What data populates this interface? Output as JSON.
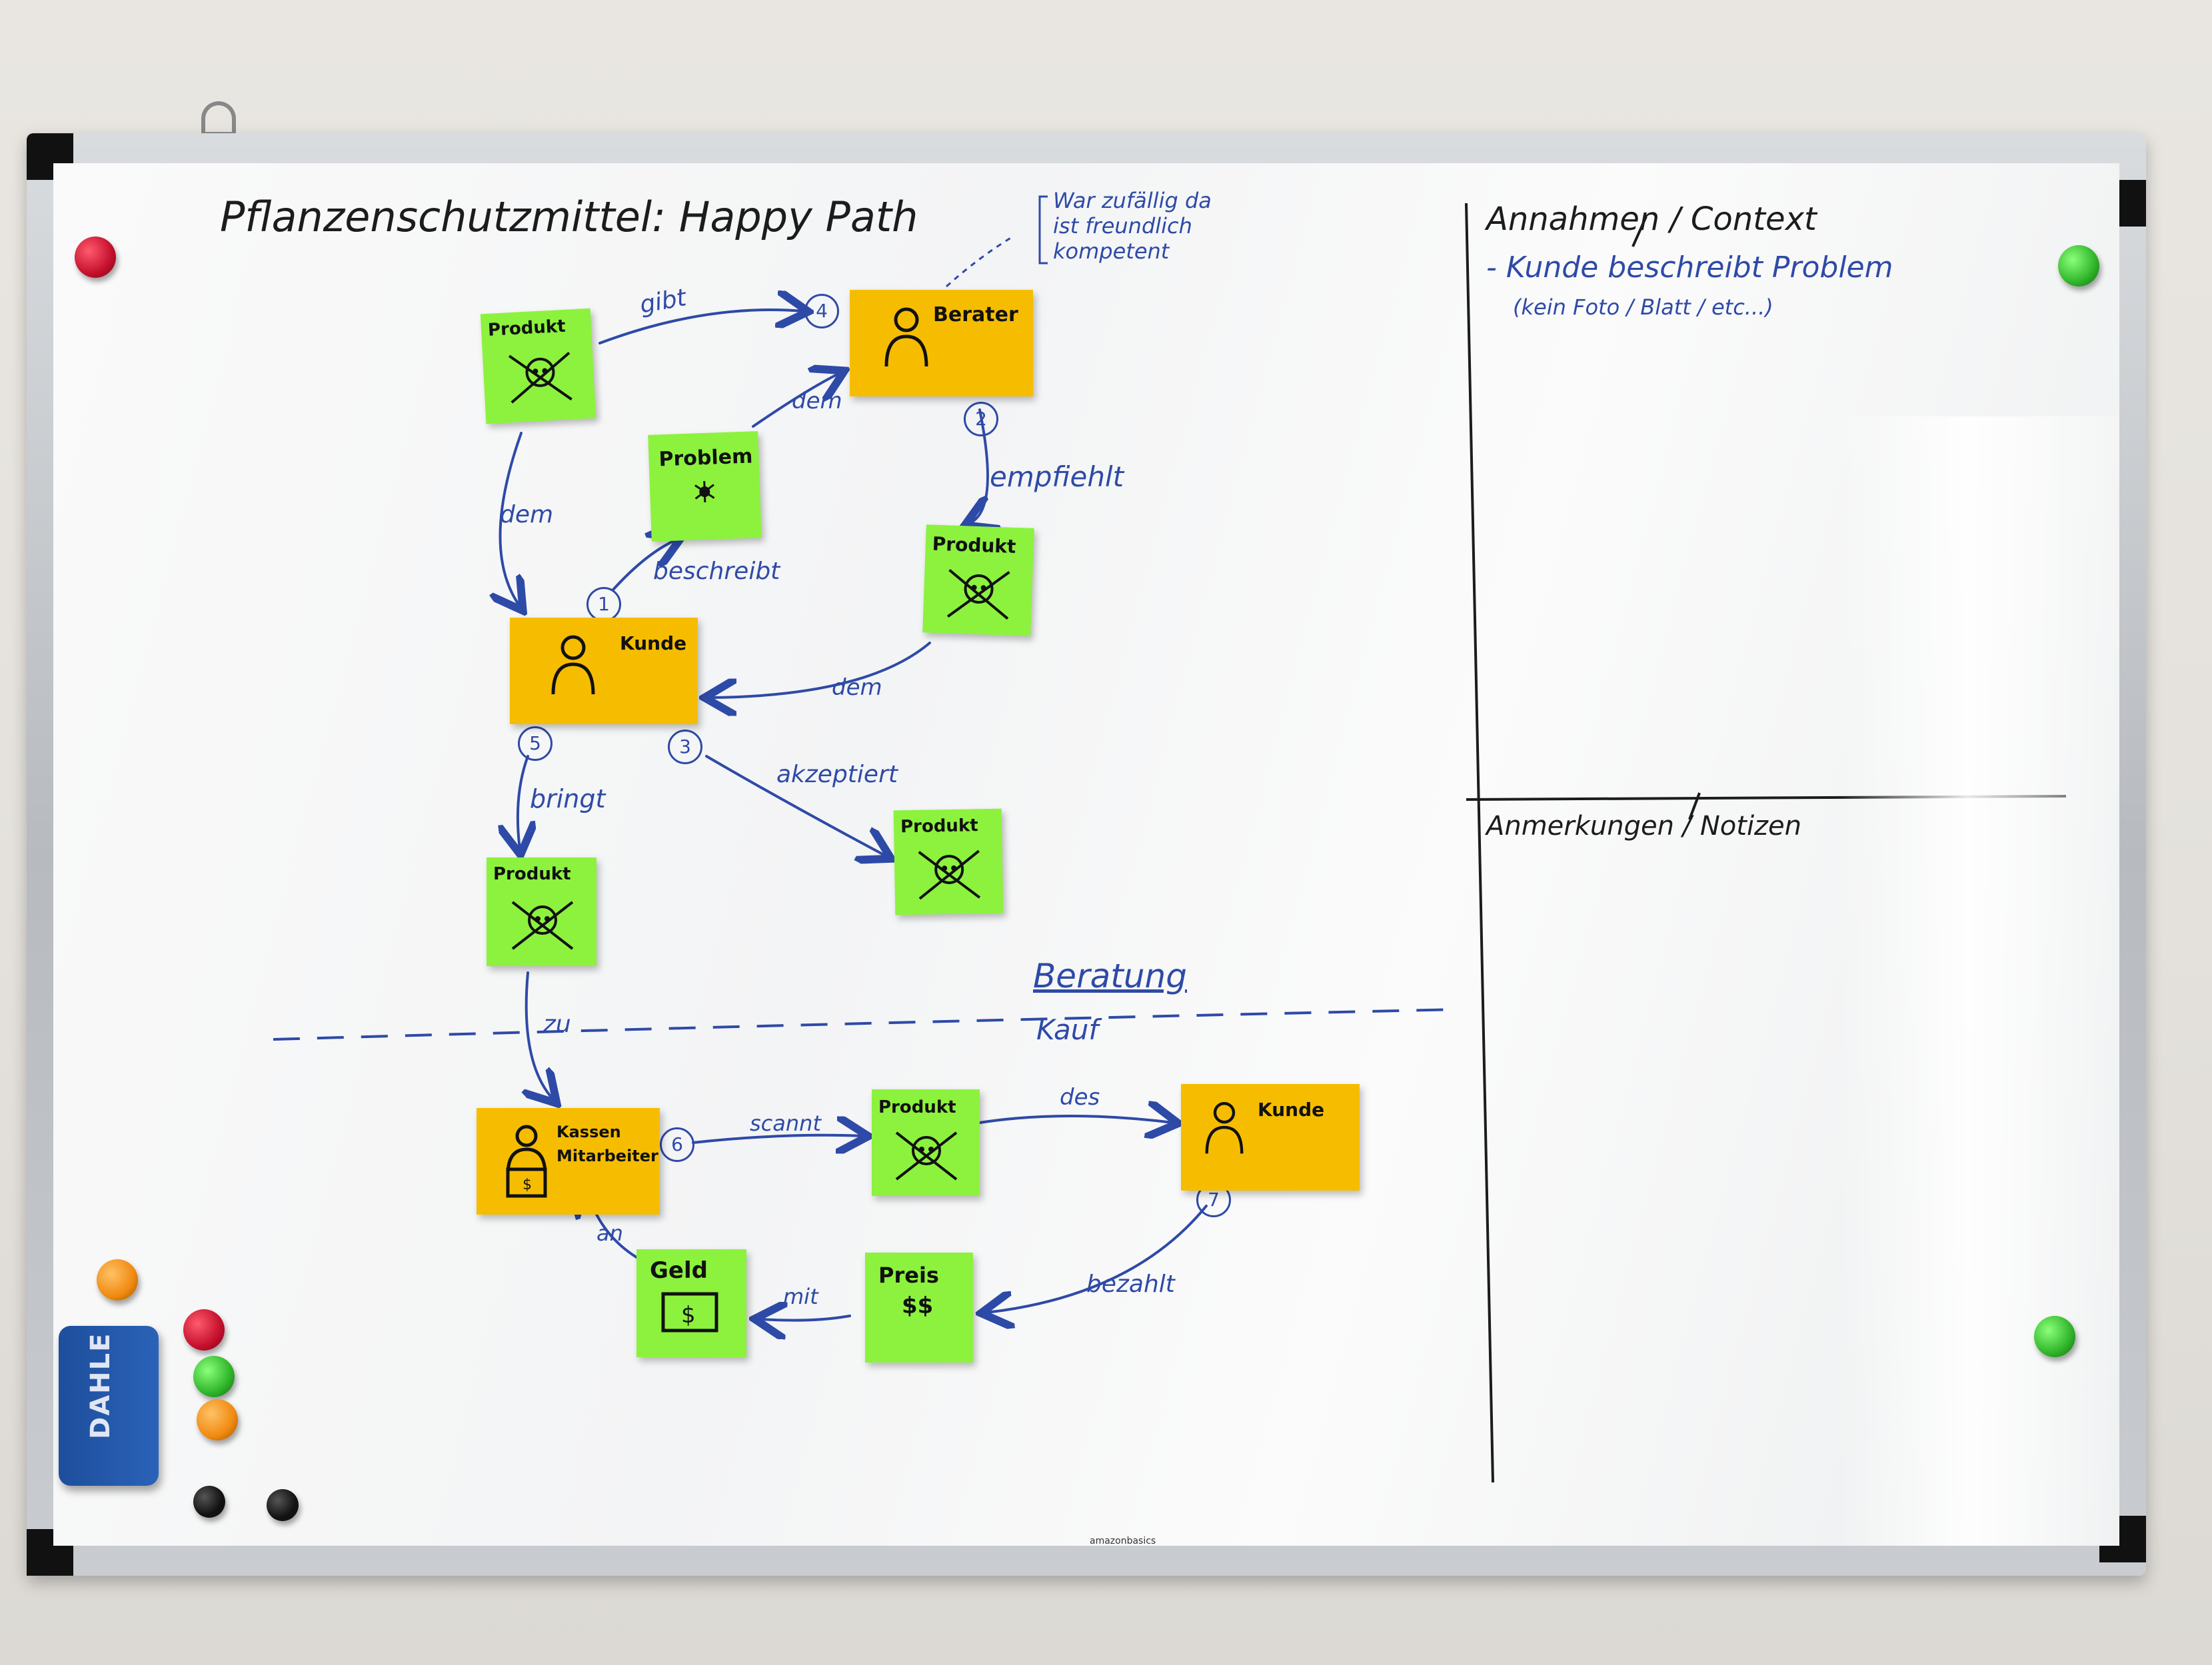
{
  "title": "Pflanzenschutzmittel: Happy Path",
  "side_note": [
    "War zufällig da",
    "ist freundlich",
    "kompetent"
  ],
  "sections": {
    "assumptions_header": "Annahmen / Context",
    "assumptions_line1": "- Kunde beschreibt Problem",
    "assumptions_line2": "(kein Foto / Blatt / etc...)",
    "notes_header": "Anmerkungen / Notizen"
  },
  "divider": {
    "upper": "Beratung",
    "lower": "Kauf"
  },
  "notes": {
    "produkt_top": "Produkt",
    "berater": "Berater",
    "problem": "Problem",
    "produkt_mid": "Produkt",
    "kunde": "Kunde",
    "produkt_accepted": "Produkt",
    "produkt_brought": "Produkt",
    "kassen": "Kassen Mitarbeiter",
    "produkt_scan": "Produkt",
    "kunde2": "Kunde",
    "geld": "Geld",
    "preis": "Preis",
    "preis_symbol": "$$"
  },
  "edges": {
    "gibt": "gibt",
    "dem_problem": "dem",
    "empfiehlt": "empfiehlt",
    "dem_left": "dem",
    "beschreibt": "beschreibt",
    "dem_bottom": "dem",
    "bringt": "bringt",
    "akzeptiert": "akzeptiert",
    "zu": "zu",
    "scannt": "scannt",
    "des": "des",
    "bezahlt": "bezahlt",
    "mit": "mit",
    "an": "an"
  },
  "steps": [
    "1",
    "2",
    "3",
    "4",
    "5",
    "6",
    "7"
  ],
  "brand": "amazonbasics",
  "eraser_text": "DAHLE",
  "colors": {
    "marker_blue": "#2e4aa7",
    "marker_black": "#1c1c1c",
    "sticky_green": "#8cf23e",
    "sticky_yellow": "#f6bd00",
    "magnet_red": "#c4102c",
    "magnet_green": "#2fb52a",
    "magnet_orange": "#f08a10"
  }
}
